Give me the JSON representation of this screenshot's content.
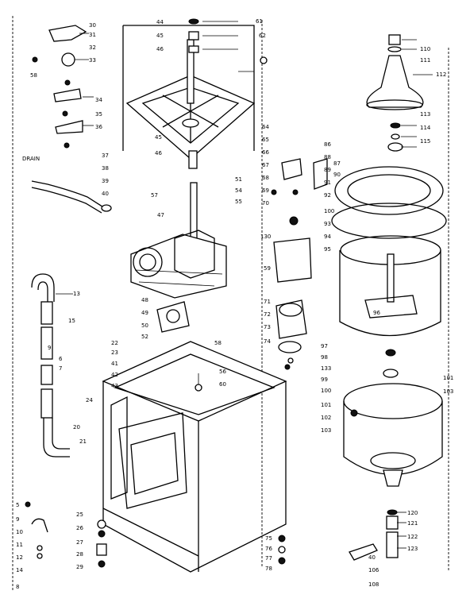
{
  "labels": {
    "drain": "DRAIN",
    "l5": "5",
    "l6": "6",
    "l7": "7",
    "l8": "8",
    "l9": "9",
    "l10": "10",
    "l11": "11",
    "l12": "12",
    "l13": "13",
    "l14": "14",
    "l15": "15",
    "l20": "20",
    "l21": "21",
    "l22": "22",
    "l23": "23",
    "l24": "24",
    "l25": "25",
    "l26": "26",
    "l27": "27",
    "l28": "28",
    "l29": "29",
    "l30": "30",
    "l31": "31",
    "l32": "32",
    "l33": "33",
    "l34": "34",
    "l35": "35",
    "l36": "36",
    "l37": "37",
    "l38": "38",
    "l39": "39",
    "l40": "40",
    "l41": "41",
    "l42": "42",
    "l43": "43",
    "l44": "44",
    "l45": "45",
    "l46": "46",
    "l47": "47",
    "l48": "48",
    "l49": "49",
    "l50": "50",
    "l51": "51",
    "l52": "52",
    "l54": "54",
    "l55": "55",
    "l56": "56",
    "l57": "57",
    "l58": "58",
    "l59": "59",
    "l60": "60",
    "l61": "61",
    "l62": "62",
    "l64": "64",
    "l65": "65",
    "l66": "66",
    "l67": "67",
    "l68": "68",
    "l69": "69",
    "l70": "70",
    "l71": "71",
    "l72": "72",
    "l73": "73",
    "l74": "74",
    "l75": "75",
    "l76": "76",
    "l77": "77",
    "l78": "78",
    "l86": "86",
    "l87": "87",
    "l88": "88",
    "l89": "89",
    "l90": "90",
    "l91": "91",
    "l92": "92",
    "l93": "93",
    "l94": "94",
    "l95": "95",
    "l96": "96",
    "l97": "97",
    "l98": "98",
    "l99": "99",
    "l100": "100",
    "l101": "101",
    "l102": "102",
    "l103": "103",
    "l106": "106",
    "l108": "108",
    "l110": "110",
    "l111": "111",
    "l112": "112",
    "l113": "113",
    "l114": "114",
    "l115": "115",
    "l120": "120",
    "l121": "121",
    "l122": "122",
    "l123": "123",
    "l130": "130",
    "l133": "133"
  }
}
